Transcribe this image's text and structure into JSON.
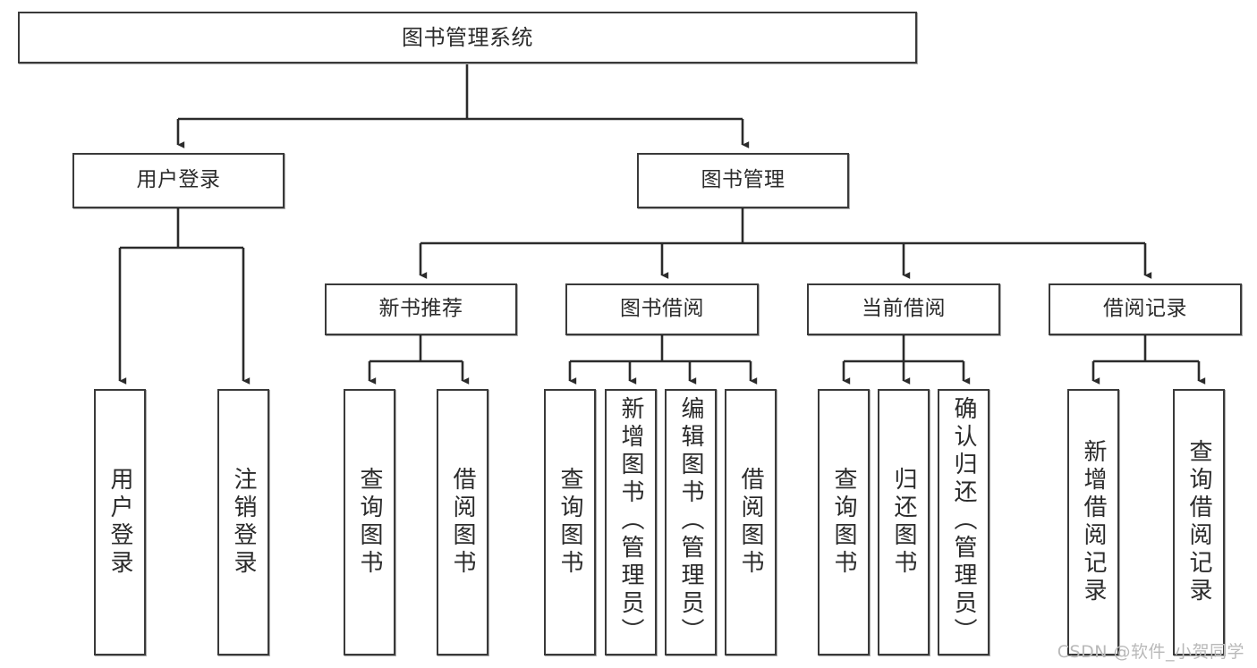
{
  "diagram": {
    "type": "tree",
    "title": "图书管理系统",
    "orientation": "top-down",
    "colors": {
      "box_border": "#3a3a3a",
      "box_fill": "#ffffff",
      "connector": "#2b2b2b",
      "text": "#2b2b2b",
      "watermark": "#b9b9b9"
    },
    "root": {
      "label": "图书管理系统"
    },
    "level2": [
      {
        "label": "用户登录"
      },
      {
        "label": "图书管理"
      }
    ],
    "level3": [
      {
        "label": "新书推荐"
      },
      {
        "label": "图书借阅"
      },
      {
        "label": "当前借阅"
      },
      {
        "label": "借阅记录"
      }
    ],
    "leaves_user_login": [
      {
        "label": "用户登录"
      },
      {
        "label": "注销登录"
      }
    ],
    "leaves_new_book": [
      {
        "label": "查询图书"
      },
      {
        "label": "借阅图书"
      }
    ],
    "leaves_borrow": [
      {
        "label": "查询图书"
      },
      {
        "label": "新增图书（管理员）"
      },
      {
        "label": "编辑图书（管理员）"
      },
      {
        "label": "借阅图书"
      }
    ],
    "leaves_current": [
      {
        "label": "查询图书"
      },
      {
        "label": "归还图书"
      },
      {
        "label": "确认归还（管理员）"
      }
    ],
    "leaves_records": [
      {
        "label": "新增借阅记录"
      },
      {
        "label": "查询借阅记录"
      }
    ]
  },
  "watermark": {
    "text": "CSDN @软件_小贺同学"
  }
}
